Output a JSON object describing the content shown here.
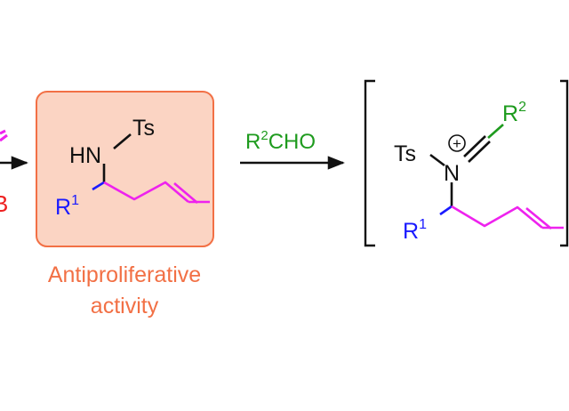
{
  "scheme": {
    "left_partial_glyph": "B",
    "box_compound": {
      "hn": "HN",
      "ts": "Ts",
      "r_letter": "R",
      "r_sup": "1"
    },
    "box_caption": {
      "line1": "Antiproliferative",
      "line2": "activity"
    },
    "reagent": {
      "r_letter": "R",
      "r_sup": "2",
      "rest": "CHO"
    },
    "iminium": {
      "ts": "Ts",
      "n": "N",
      "charge": "+",
      "r1_letter": "R",
      "r1_sup": "1",
      "r2_letter": "R",
      "r2_sup": "2"
    },
    "colors": {
      "black": "#111111",
      "magenta": "#ee22ee",
      "blue": "#1a1aff",
      "green": "#1e9b1e",
      "red": "#ee2020",
      "orange": "#f27045",
      "box_fill": "#fbd4c3",
      "box_stroke": "#f27045"
    }
  }
}
